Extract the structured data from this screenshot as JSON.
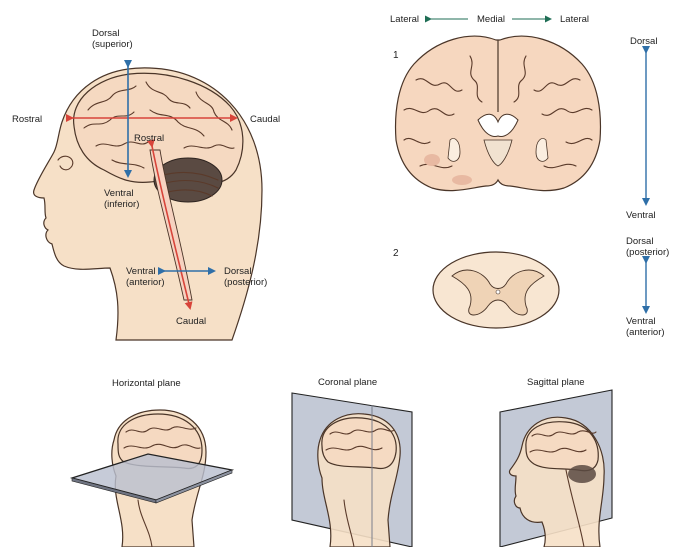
{
  "colors": {
    "skin": "#f6e0c7",
    "brain": "#f5d9c1",
    "cerebellum": "#5a4a42",
    "axis_blue": "#2f6fa8",
    "axis_red": "#d8443a",
    "spinal_grey": "#f0d2b6",
    "plane_glass": "#b9c0d0"
  },
  "sagittal_view": {
    "dorsal_superior": [
      "Dorsal",
      "(superior)"
    ],
    "rostral_left": "Rostral",
    "caudal_right": "Caudal",
    "rostral_inner": "Rostral",
    "ventral_inferior": [
      "Ventral",
      "(inferior)"
    ],
    "ventral_anterior": [
      "Ventral",
      "(anterior)"
    ],
    "dorsal_posterior": [
      "Dorsal",
      "(posterior)"
    ],
    "caudal_bottom": "Caudal"
  },
  "section_views": {
    "lateral_left": "Lateral",
    "medial": "Medial",
    "lateral_right": "Lateral",
    "panel1_number": "1",
    "panel2_number": "2",
    "dorsal_top": "Dorsal",
    "ventral_mid": "Ventral",
    "dorsal_posterior": [
      "Dorsal",
      "(posterior)"
    ],
    "ventral_anterior": [
      "Ventral",
      "(anterior)"
    ]
  },
  "planes": {
    "horizontal": "Horizontal plane",
    "coronal": "Coronal plane",
    "sagittal": "Sagittal plane"
  },
  "icons": [
    "head-profile-icon",
    "brain-icon",
    "cerebellum-icon",
    "brain-coronal-section-icon",
    "spinal-cord-section-icon"
  ]
}
